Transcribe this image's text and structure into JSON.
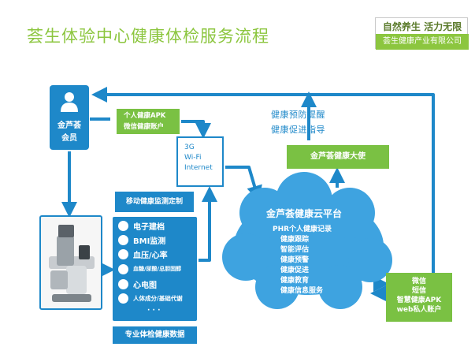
{
  "title": "荟生体验中心健康体检服务流程",
  "slogan": "自然养生 活力无限",
  "company": "荟生健康产业有限公司",
  "member": {
    "line1": "金芦荟",
    "line2": "会员",
    "icon": "person-icon"
  },
  "apk_box": {
    "line1": "个人健康APK",
    "line2": "微信健康账户"
  },
  "network": {
    "line1": "3G",
    "line2": "Wi-Fi",
    "line3": "Internet"
  },
  "prevention": {
    "line1": "健康预防提醒",
    "line2": "健康促进指导"
  },
  "ambassador": "金芦荟健康大使",
  "monitor_title": "移动健康监测定制",
  "monitor_items": [
    {
      "label": "电子建档",
      "icon": "document-icon"
    },
    {
      "label": "BMI监测",
      "icon": "scale-icon"
    },
    {
      "label": "血压/心率",
      "icon": "blood-pressure-icon"
    },
    {
      "label": "血糖/尿酸/总胆固醇",
      "icon": "blood-test-icon"
    },
    {
      "label": "心电图",
      "icon": "ecg-icon"
    },
    {
      "label": "人体成分/基础代谢",
      "icon": "body-composition-icon"
    },
    {
      "label": "· · ·",
      "icon": ""
    }
  ],
  "bottom_label": "专业体检健康数据",
  "cloud": {
    "title": "金芦荟健康云平台",
    "items": [
      "PHR个人健康记录",
      "健康跟踪",
      "智能评估",
      "健康预警",
      "健康促进",
      "健康教育",
      "健康信息服务"
    ]
  },
  "channels": [
    "微信",
    "短信",
    "智慧健康APK",
    "web私人账户"
  ],
  "colors": {
    "blue": "#1e88c9",
    "green": "#7ac143",
    "title_green": "#8cc63f"
  }
}
